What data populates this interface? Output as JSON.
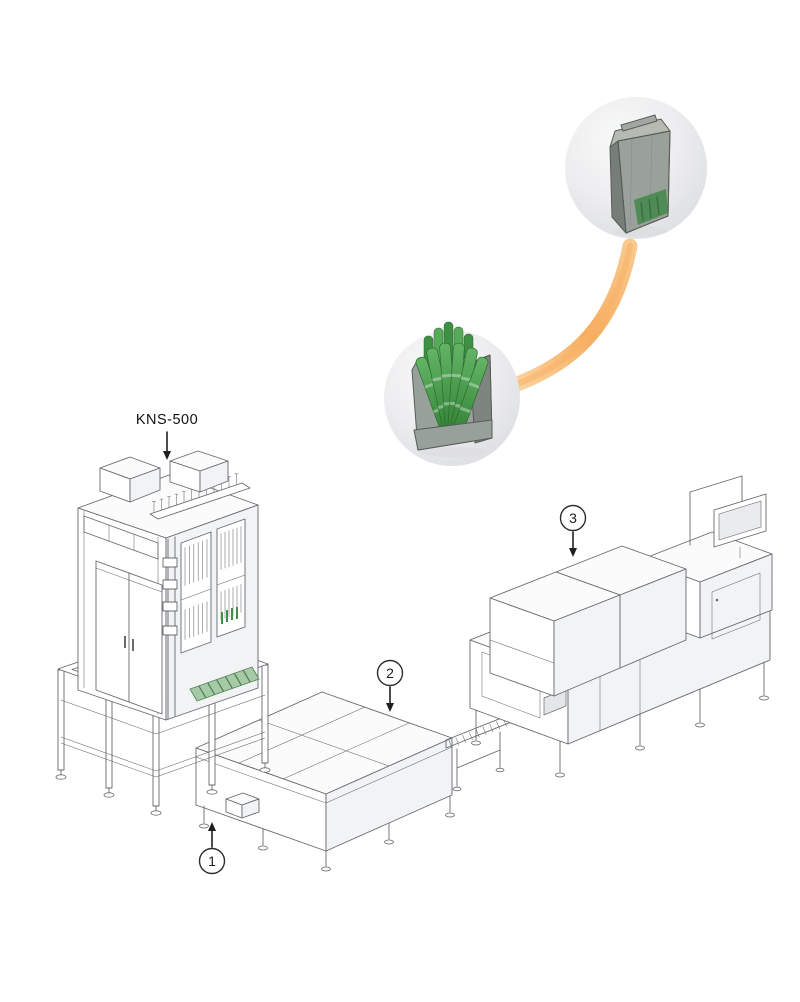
{
  "page": {
    "background": "#ffffff"
  },
  "diagram": {
    "machine_label": "KNS-500",
    "steps": [
      {
        "label": "1"
      },
      {
        "label": "2"
      },
      {
        "label": "3"
      }
    ],
    "insets": {
      "top": "sealed-stick-pack-bag",
      "middle": "open-bag-with-stick-packs"
    },
    "icons": {
      "down_arrow": "↓",
      "up_arrow": "↑"
    },
    "colors": {
      "accent_orange": "#f6ad5e",
      "stick_green": "#3e9143",
      "bag_gray": "#9aa19b",
      "line_gray": "#66696d"
    }
  }
}
